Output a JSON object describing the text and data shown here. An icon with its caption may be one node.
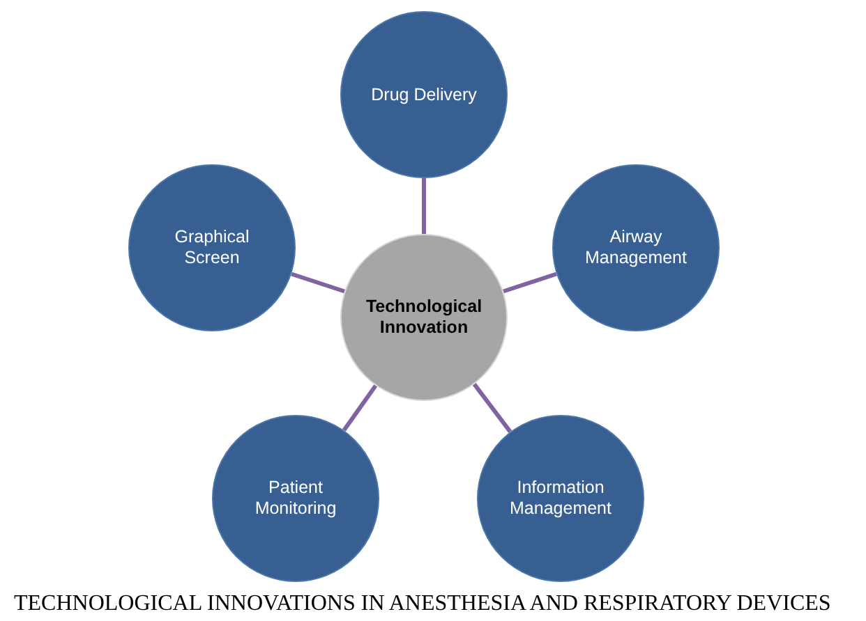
{
  "diagram": {
    "caption": "TECHNOLOGICAL INNOVATIONS IN ANESTHESIA AND RESPIRATORY DEVICES",
    "nodes": [
      {
        "text": [
          "Drug Delivery"
        ]
      },
      {
        "text": [
          "Graphical Screen"
        ]
      },
      {
        "text": [
          "Airway Management"
        ]
      },
      {
        "text": [
          "Technological Innovation"
        ]
      },
      {
        "text": [
          "Patient Monitoring"
        ]
      },
      {
        "text": [
          "Information Management"
        ]
      }
    ],
    "edges": [
      {
        "from": 3,
        "to": 0,
        "arrow": "none"
      },
      {
        "from": 3,
        "to": 1,
        "arrow": "none"
      },
      {
        "from": 3,
        "to": 2,
        "arrow": "none"
      },
      {
        "from": 3,
        "to": 4,
        "arrow": "none"
      },
      {
        "from": 3,
        "to": 5,
        "arrow": "none"
      }
    ]
  }
}
